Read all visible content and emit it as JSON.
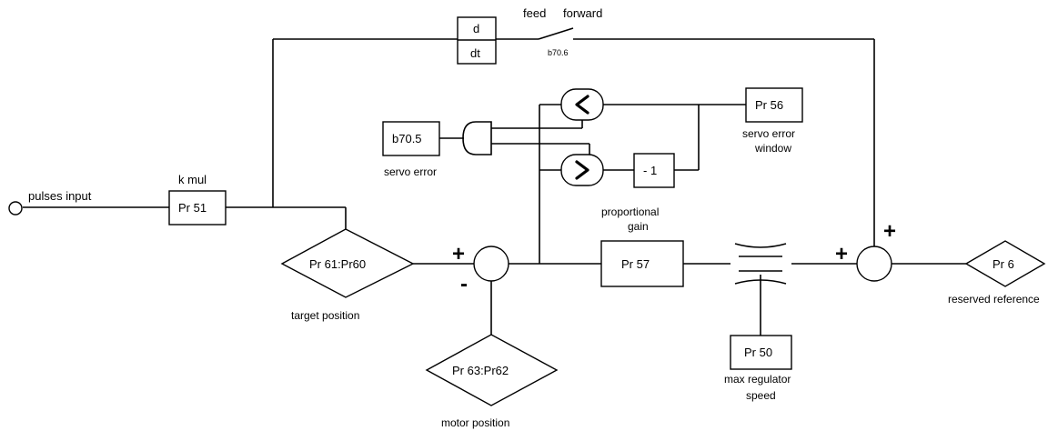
{
  "labels": {
    "pulses_input": "pulses input",
    "k_mul": "k mul",
    "pr51": "Pr 51",
    "target_pos_block": "Pr 61:Pr60",
    "target_position": "target position",
    "motor_pos_block": "Pr 63:Pr62",
    "motor_position": "motor position",
    "deriv_num": "d",
    "deriv_den": "dt",
    "feed": "feed",
    "forward": "forward",
    "switch_bit": "b70.6",
    "b705": "b70.5",
    "servo_error": "servo error",
    "neg_one": "- 1",
    "pr56": "Pr 56",
    "servo_error_window_1": "servo error",
    "servo_error_window_2": "window",
    "proportional_gain_1": "proportional",
    "proportional_gain_2": "gain",
    "pr57": "Pr 57",
    "pr50": "Pr 50",
    "max_regulator_speed_1": "max regulator",
    "max_regulator_speed_2": "speed",
    "pr6": "Pr 6",
    "reserved_reference": "reserved reference",
    "plus": "+",
    "minus": "-"
  }
}
